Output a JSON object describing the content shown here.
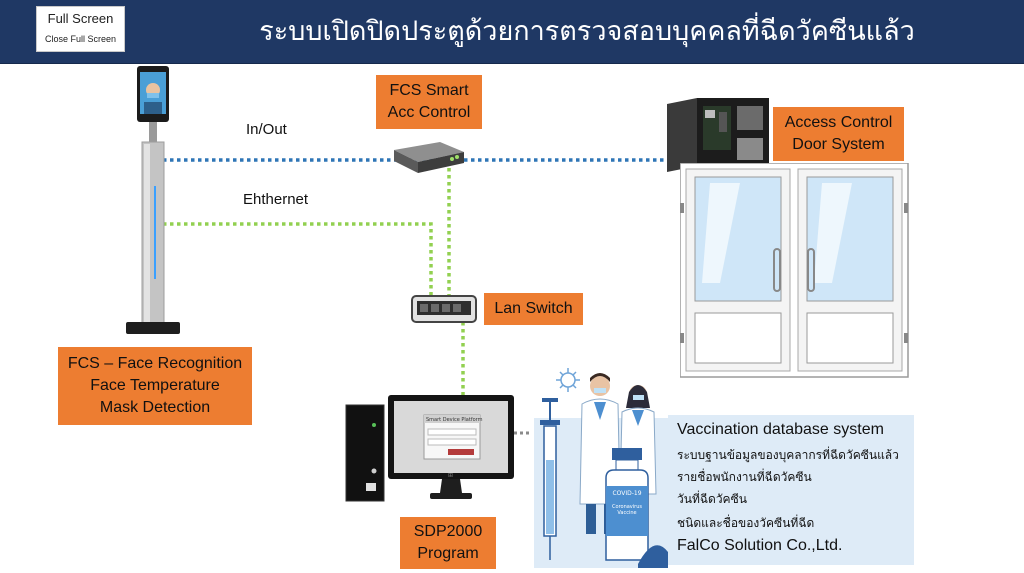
{
  "header": {
    "title": "ระบบเปิดปิดประตูด้วยการตรวจสอบบุคคลที่ฉีดวัคซีนแล้ว",
    "fullscreen_label": "Full Screen",
    "close_fullscreen_label": "Close Full Screen"
  },
  "diagram": {
    "fcs_box": {
      "line1": "FCS – Face Recognition",
      "line2": "Face Temperature",
      "line3": "Mask Detection"
    },
    "smart_acc_box": {
      "line1": "FCS Smart",
      "line2": "Acc Control"
    },
    "access_box": {
      "line1": "Access Control",
      "line2": "Door System"
    },
    "lan_switch_box": {
      "line1": "Lan Switch"
    },
    "sdp_box": {
      "line1": "SDP2000",
      "line2": "Program"
    },
    "link_inout_label": "In/Out",
    "link_ethernet_label": "Ehthernet",
    "monitor_window_title": "Smart Device Platform",
    "vaccine_label_top": "COVID-19",
    "vaccine_label_name": "Coronavirus Vaccine",
    "colors": {
      "header": "#1f3864",
      "box": "#ed7d31",
      "blue_link": "#2e75b6",
      "green_link": "#92d050",
      "panel": "#deebf7"
    }
  },
  "vaccination": {
    "title": "Vaccination database system",
    "items": [
      "ระบบฐานข้อมูลของบุคลากรที่ฉีดวัคซีนแล้ว",
      "รายชื่อพนักงานที่ฉีดวัคซีน",
      "วันที่ฉีดวัคซีน",
      "ชนิดและชื่อของวัคซีนที่ฉีด"
    ],
    "company": "FalCo Solution Co.,Ltd."
  }
}
